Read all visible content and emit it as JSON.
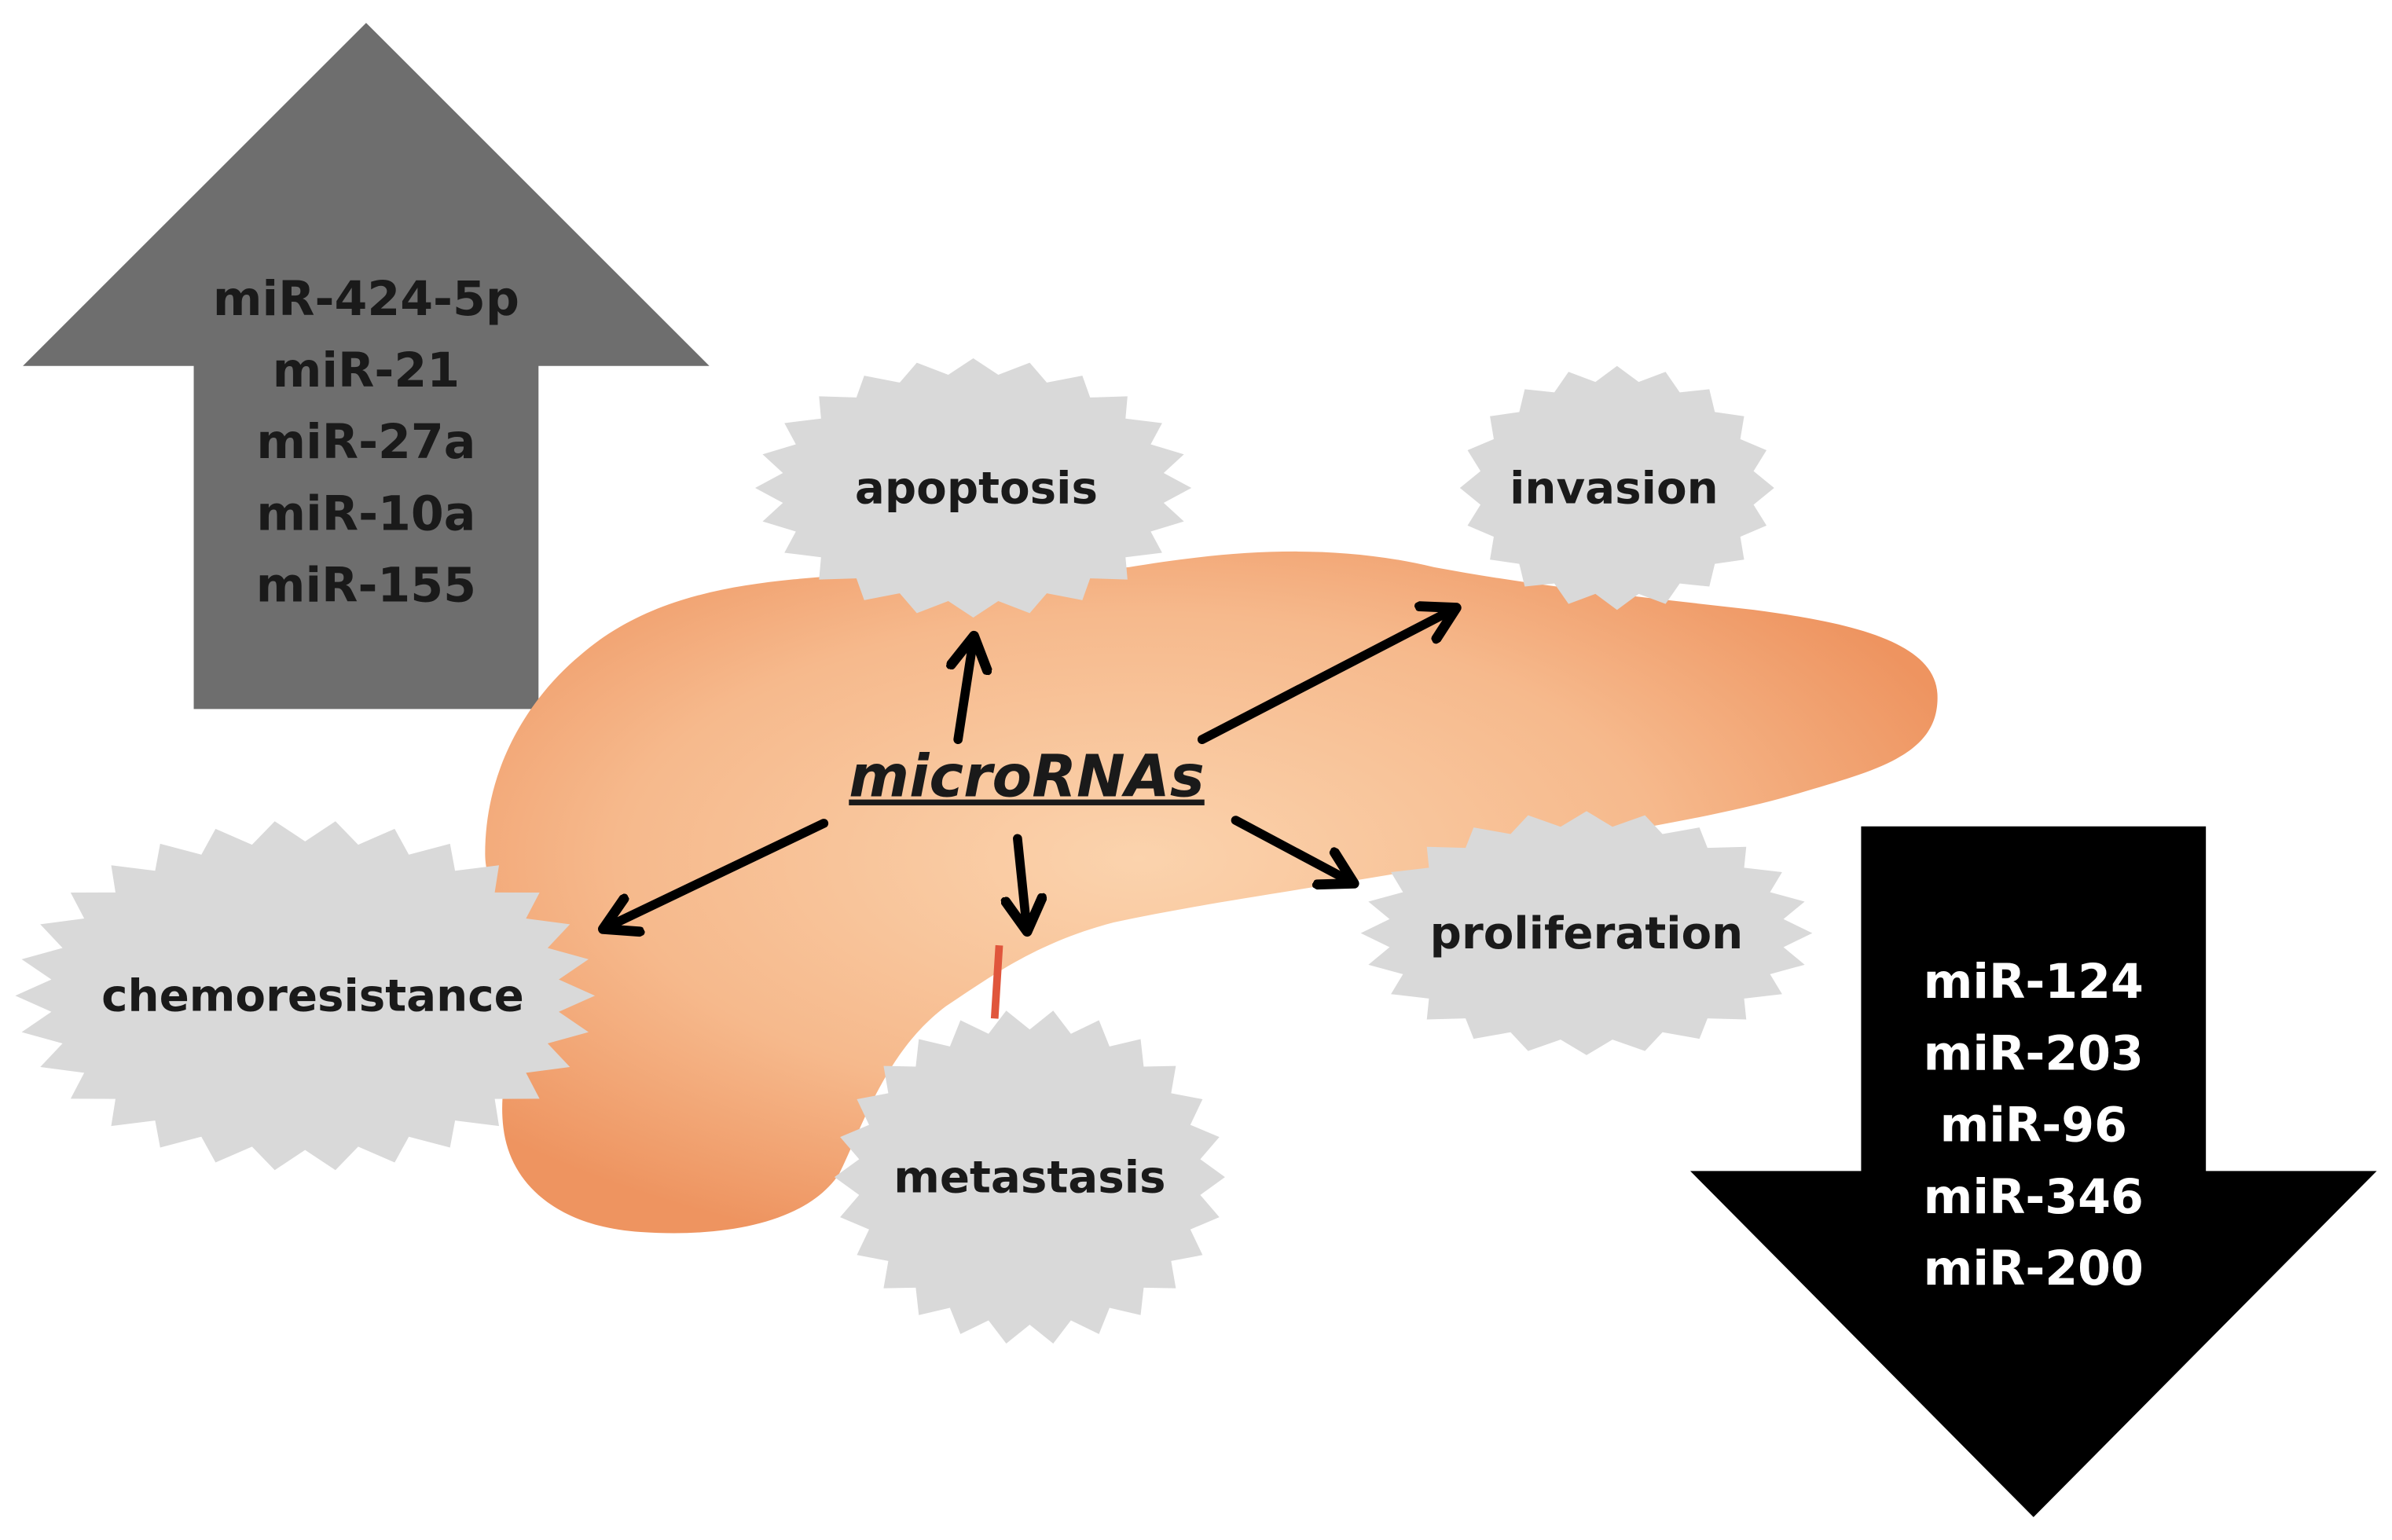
{
  "center_label": "microRNAs",
  "upregulated": {
    "items": [
      "miR-424-5p",
      "miR-21",
      "miR-27a",
      "miR-10a",
      "miR-155"
    ],
    "color": "#6e6e6e"
  },
  "downregulated": {
    "items": [
      "miR-124",
      "miR-203",
      "miR-96",
      "miR-346",
      "miR-200"
    ],
    "color": "#000000"
  },
  "processes": {
    "apoptosis": "apoptosis",
    "invasion": "invasion",
    "chemoresistance": "chemoresistance",
    "proliferation": "proliferation",
    "metastasis": "metastasis"
  },
  "colors": {
    "burst": "#d9d9d9",
    "pancreas": "#f2a374"
  }
}
